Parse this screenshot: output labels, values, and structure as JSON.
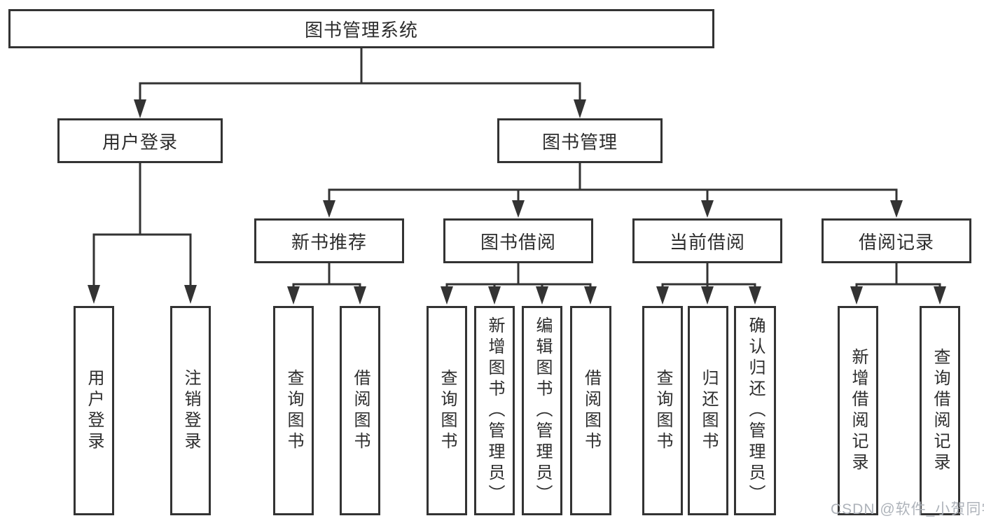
{
  "diagram": {
    "root": "图书管理系统",
    "level2": [
      "用户登录",
      "图书管理"
    ],
    "level3": [
      "新书推荐",
      "图书借阅",
      "当前借阅",
      "借阅记录"
    ],
    "leaves": [
      "用户登录",
      "注销登录",
      "查询图书",
      "借阅图书",
      "查询图书",
      "新增图书（管理员）",
      "编辑图书（管理员）",
      "借阅图书",
      "查询图书",
      "归还图书",
      "确认归还（管理员）",
      "新增借阅记录",
      "查询借阅记录"
    ],
    "watermark": "CSDN @软件_小贺同学",
    "colors": {
      "line": "#333333",
      "box_border": "#333333",
      "text": "#2d2d2d",
      "background": "#ffffff",
      "watermark": "#aaafb6"
    }
  }
}
